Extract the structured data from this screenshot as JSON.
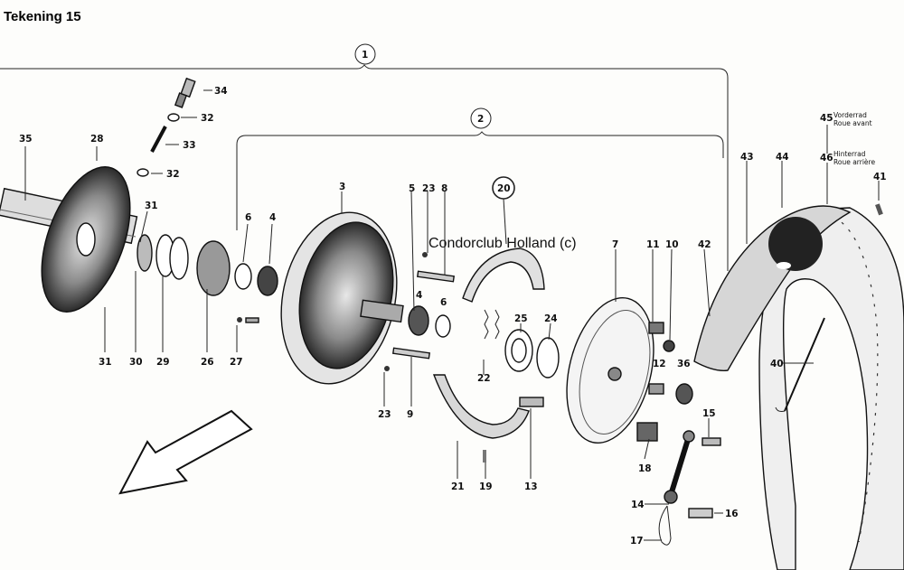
{
  "title": "Tekening 15",
  "watermark": "Condorclub Holland (c)",
  "groups": [
    "1",
    "2",
    "20"
  ],
  "callouts": {
    "n34": "34",
    "n32a": "32",
    "n33": "33",
    "n32b": "32",
    "n35": "35",
    "n28": "28",
    "n31a": "31",
    "n31b": "31",
    "n30": "30",
    "n29": "29",
    "n26": "26",
    "n27": "27",
    "n6a": "6",
    "n4a": "4",
    "n3": "3",
    "n5": "5",
    "n23a": "23",
    "n8": "8",
    "n4b": "4",
    "n6b": "6",
    "n23b": "23",
    "n9": "9",
    "n25": "25",
    "n24": "24",
    "n22": "22",
    "n21": "21",
    "n19": "19",
    "n13": "13",
    "n7": "7",
    "n11": "11",
    "n10": "10",
    "n12": "12",
    "n36": "36",
    "n18": "18",
    "n15": "15",
    "n14": "14",
    "n16": "16",
    "n17": "17",
    "n42": "42",
    "n43": "43",
    "n44": "44",
    "n40": "40",
    "n41": "41",
    "n45": "45",
    "n46": "46"
  },
  "notes": {
    "vorderrad": "Vorderrad",
    "roue_avant": "Roue avant",
    "hinterrad": "Hinterrad",
    "roue_arriere": "Roue arrière"
  }
}
